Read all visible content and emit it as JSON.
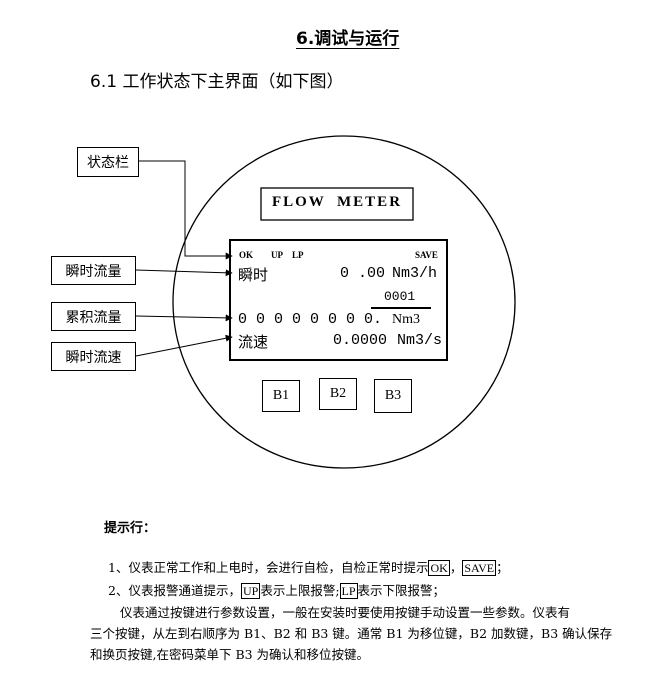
{
  "heading": "6.调试与运行",
  "subheading": "6.1 工作状态下主界面（如下图）",
  "diagram": {
    "callouts": {
      "status_bar": "状态栏",
      "instant_flow": "瞬时流量",
      "total_flow": "累积流量",
      "instant_velocity": "瞬时流速"
    },
    "title_plate": "FLOW  METER",
    "lcd": {
      "status_ok": "OK",
      "status_up": "UP",
      "status_lp": "LP",
      "status_save": "SAVE",
      "row1_label": "瞬时",
      "row1_value": "0 .00",
      "row1_unit": "Nm3/h",
      "password": "0001",
      "row2_value": "0 0 0 0 0 0 0 0.",
      "row2_unit": "Nm3",
      "row3_label": "流速",
      "row3_value": "0.0000",
      "row3_unit": "Nm3/s"
    },
    "buttons": [
      "B1",
      "B2",
      "B3"
    ]
  },
  "tips": {
    "title": "提示行：",
    "line1_a": "1、仪表正常工作和上电时，会进行自检，自检正常时提示",
    "line1_box1": "OK",
    "line1_sep": "，",
    "line1_box2": "SAVE",
    "line1_end": "；",
    "line2_a": "2、仪表报警通道提示，",
    "line2_box1": "UP",
    "line2_b": "表示上限报警;",
    "line2_box2": "LP",
    "line2_c": "表示下限报警；",
    "para1": "仪表通过按键进行参数设置，一般在安装时要使用按键手动设置一些参数。仪表有",
    "para2": "三个按键，从左到右顺序为 B1、B2 和 B3 键。通常 B1 为移位键，B2 加数键，B3 确认保存",
    "para3": "和换页按键,在密码菜单下 B3 为确认和移位按键。"
  }
}
